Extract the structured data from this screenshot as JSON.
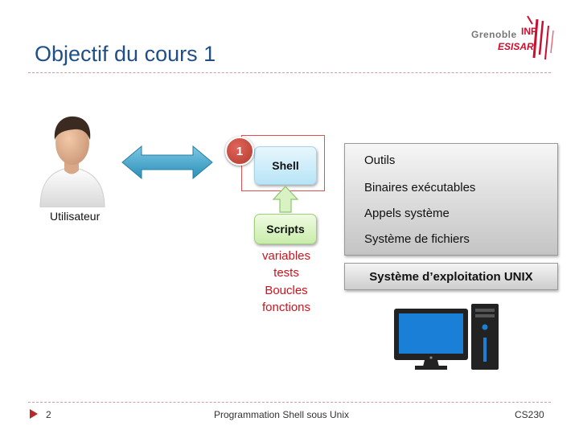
{
  "slide": {
    "title": "Objectif du cours 1",
    "logo_line1": "Grenoble",
    "logo_inp": "INP",
    "logo_line2": "ESISAR"
  },
  "diagram": {
    "user_label": "Utilisateur",
    "step_number": "1",
    "shell_label": "Shell",
    "scripts_label": "Scripts",
    "script_topics": [
      "variables",
      "tests",
      "Boucles",
      "fonctions"
    ],
    "system_layers": [
      "Outils",
      "Binaires exécutables",
      "Appels système",
      "Système de fichiers"
    ],
    "os_label": "Système d’exploitation UNIX"
  },
  "footer": {
    "page_number": "2",
    "course_title": "Programmation Shell sous Unix",
    "course_code": "CS230"
  },
  "colors": {
    "title": "#1f4f86",
    "accent_red": "#d0131e",
    "arrow": "#3aa0c8",
    "monitor": "#1a7fd6"
  }
}
